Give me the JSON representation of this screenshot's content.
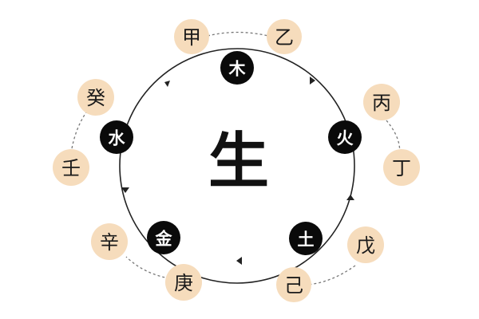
{
  "center": {
    "label": "生"
  },
  "colors": {
    "stem_fill": "#f6dcbc",
    "element_fill": "#0a0a0a",
    "ring_stroke": "#222222",
    "dash_stroke": "#777777"
  },
  "elements": [
    {
      "key": "wood",
      "label": "木"
    },
    {
      "key": "fire",
      "label": "火"
    },
    {
      "key": "earth",
      "label": "土"
    },
    {
      "key": "metal",
      "label": "金"
    },
    {
      "key": "water",
      "label": "水"
    }
  ],
  "stems": [
    {
      "key": "jia",
      "label": "甲"
    },
    {
      "key": "yi",
      "label": "乙"
    },
    {
      "key": "bing",
      "label": "丙"
    },
    {
      "key": "ding",
      "label": "丁"
    },
    {
      "key": "wu",
      "label": "戊"
    },
    {
      "key": "ji",
      "label": "己"
    },
    {
      "key": "geng",
      "label": "庚"
    },
    {
      "key": "xin",
      "label": "辛"
    },
    {
      "key": "ren",
      "label": "壬"
    },
    {
      "key": "gui",
      "label": "癸"
    }
  ]
}
